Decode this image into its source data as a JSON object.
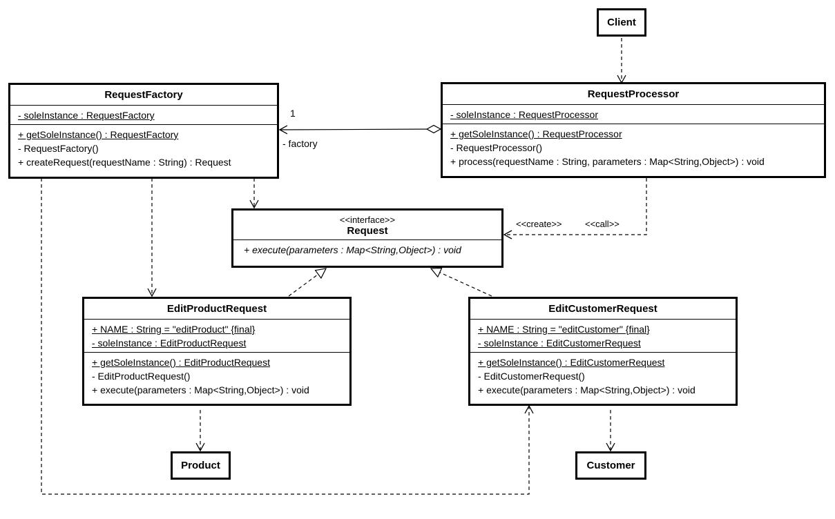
{
  "classes": {
    "client": {
      "name": "Client"
    },
    "factory": {
      "name": "RequestFactory",
      "attributes": [
        "- soleInstance : RequestFactory"
      ],
      "operations": [
        "+ getSoleInstance() : RequestFactory",
        "- RequestFactory()",
        "+ createRequest(requestName : String) : Request"
      ]
    },
    "processor": {
      "name": "RequestProcessor",
      "attributes": [
        "- soleInstance : RequestProcessor"
      ],
      "operations": [
        "+ getSoleInstance() : RequestProcessor",
        "- RequestProcessor()",
        "+ process(requestName : String, parameters : Map<String,Object>) : void"
      ]
    },
    "request": {
      "stereotype": "<<interface>>",
      "name": "Request",
      "operations": [
        "+ execute(parameters : Map<String,Object>) : void"
      ]
    },
    "edit_product": {
      "name": "EditProductRequest",
      "attributes": [
        "+ NAME : String = \"editProduct\" {final}",
        "- soleInstance : EditProductRequest"
      ],
      "operations": [
        "+ getSoleInstance() : EditProductRequest",
        "- EditProductRequest()",
        "+ execute(parameters : Map<String,Object>) : void"
      ]
    },
    "edit_customer": {
      "name": "EditCustomerRequest",
      "attributes": [
        "+ NAME : String = \"editCustomer\" {final}",
        "- soleInstance : EditCustomerRequest"
      ],
      "operations": [
        "+ getSoleInstance() : EditCustomerRequest",
        "- EditCustomerRequest()",
        "+ execute(parameters : Map<String,Object>) : void"
      ]
    },
    "product": {
      "name": "Product"
    },
    "customer": {
      "name": "Customer"
    }
  },
  "labels": {
    "multiplicity": "1",
    "role": "- factory",
    "create": "<<create>>",
    "call": "<<call>>"
  }
}
